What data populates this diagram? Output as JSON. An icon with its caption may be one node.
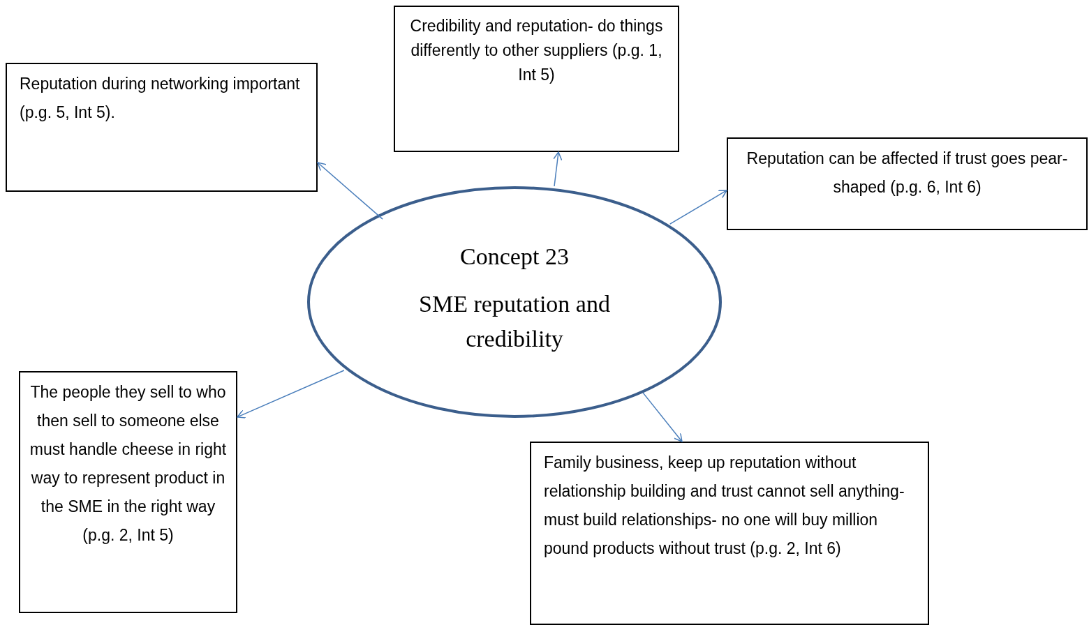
{
  "diagram": {
    "nodes": [
      {
        "text": [
          "Concept 23",
          "SME reputation and credibility"
        ]
      },
      {
        "text": [
          "Reputation during networking important (p.g. 5, Int 5)."
        ]
      },
      {
        "text": [
          "Credibility and reputation- do things differently to other suppliers (p.g. 1, Int 5)"
        ]
      },
      {
        "text": [
          "Reputation can be affected if trust goes pear-shaped (p.g. 6, Int 6)"
        ]
      },
      {
        "text": [
          "The people they sell to who then sell to someone else must handle cheese in right way to represent product in the SME in the right way (p.g. 2, Int 5)"
        ]
      },
      {
        "text": [
          "Family business, keep up reputation without relationship building and trust cannot sell anything- must build relationships- no one will buy million pound products without trust (p.g. 2, Int 6)"
        ]
      }
    ],
    "edges": [
      {
        "from": 0,
        "to": 1,
        "arrow": "to"
      },
      {
        "from": 0,
        "to": 2,
        "arrow": "to"
      },
      {
        "from": 0,
        "to": 3,
        "arrow": "to"
      },
      {
        "from": 0,
        "to": 4,
        "arrow": "to"
      },
      {
        "from": 0,
        "to": 5,
        "arrow": "to"
      }
    ]
  }
}
